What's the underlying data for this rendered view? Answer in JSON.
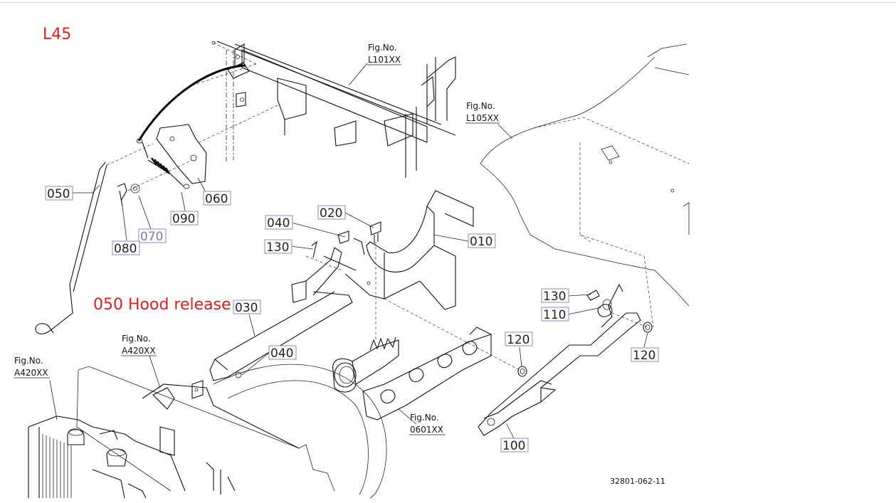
{
  "title": "L45",
  "annotation": "050 Hood release",
  "figure_refs": [
    {
      "id": "l101",
      "lines": [
        "Fig.No.",
        "L101XX"
      ]
    },
    {
      "id": "l105",
      "lines": [
        "Fig.No.",
        "L105XX"
      ]
    },
    {
      "id": "a420-top",
      "lines": [
        "Fig.No.",
        "A420XX"
      ]
    },
    {
      "id": "a420-left",
      "lines": [
        "Fig.No.",
        "A420XX"
      ]
    },
    {
      "id": "f0601",
      "lines": [
        "Fig.No.",
        "0601XX"
      ]
    }
  ],
  "parts": [
    {
      "id": "p050",
      "number": "050"
    },
    {
      "id": "p060",
      "number": "060"
    },
    {
      "id": "p090",
      "number": "090"
    },
    {
      "id": "p070",
      "number": "070"
    },
    {
      "id": "p080",
      "number": "080"
    },
    {
      "id": "p040a",
      "number": "040"
    },
    {
      "id": "p020",
      "number": "020"
    },
    {
      "id": "p010",
      "number": "010"
    },
    {
      "id": "p130a",
      "number": "130"
    },
    {
      "id": "p030",
      "number": "030"
    },
    {
      "id": "p040b",
      "number": "040"
    },
    {
      "id": "p130b",
      "number": "130"
    },
    {
      "id": "p110",
      "number": "110"
    },
    {
      "id": "p120a",
      "number": "120"
    },
    {
      "id": "p120b",
      "number": "120"
    },
    {
      "id": "p100",
      "number": "100"
    }
  ],
  "drawing_code": "32801-062-11",
  "colors": {
    "accent_red": "#d92020",
    "label_border": "#8a8ab8"
  }
}
